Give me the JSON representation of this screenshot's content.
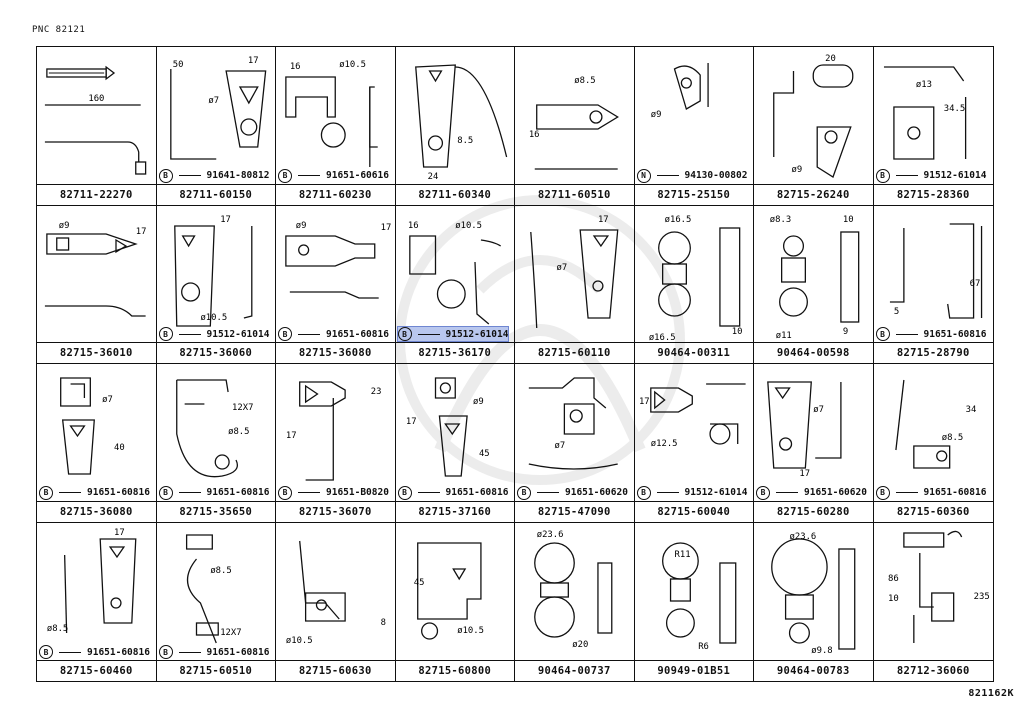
{
  "header": {
    "pnc": "PNC 82121"
  },
  "footer": {
    "illustration_code": "821162K"
  },
  "cells": [
    {
      "part": "82711-22270",
      "sub": "",
      "mark": "",
      "dims": [
        "160"
      ]
    },
    {
      "part": "82711-60150",
      "sub": "91641-80812",
      "mark": "B",
      "dims": [
        "50",
        "17",
        "ø7"
      ]
    },
    {
      "part": "82711-60230",
      "sub": "91651-60616",
      "mark": "B",
      "dims": [
        "16",
        "ø10.5"
      ]
    },
    {
      "part": "82711-60340",
      "sub": "",
      "mark": "",
      "dims": [
        "8.5",
        "24"
      ]
    },
    {
      "part": "82711-60510",
      "sub": "",
      "mark": "",
      "dims": [
        "ø8.5",
        "16"
      ]
    },
    {
      "part": "82715-25150",
      "sub": "94130-00802",
      "mark": "N",
      "dims": [
        "ø9"
      ]
    },
    {
      "part": "82715-26240",
      "sub": "",
      "mark": "",
      "dims": [
        "20",
        "ø9"
      ]
    },
    {
      "part": "82715-28360",
      "sub": "91512-61014",
      "mark": "B",
      "dims": [
        "ø13",
        "34.5"
      ]
    },
    {
      "part": "82715-36010",
      "sub": "",
      "mark": "",
      "dims": [
        "ø9",
        "17"
      ]
    },
    {
      "part": "82715-36060",
      "sub": "91512-61014",
      "mark": "B",
      "dims": [
        "17",
        "ø10.5"
      ]
    },
    {
      "part": "82715-36080",
      "sub": "91651-60816",
      "mark": "B",
      "dims": [
        "ø9",
        "17"
      ]
    },
    {
      "part": "82715-36170",
      "sub": "91512-61014",
      "mark": "B",
      "dims": [
        "16",
        "ø10.5"
      ],
      "highlight": true
    },
    {
      "part": "82715-60110",
      "sub": "",
      "mark": "",
      "dims": [
        "17",
        "ø7"
      ]
    },
    {
      "part": "90464-00311",
      "sub": "",
      "mark": "",
      "dims": [
        "ø16.5",
        "ø16.5",
        "10"
      ]
    },
    {
      "part": "90464-00598",
      "sub": "",
      "mark": "",
      "dims": [
        "ø8.3",
        "10",
        "ø11",
        "9"
      ]
    },
    {
      "part": "82715-28790",
      "sub": "91651-60816",
      "mark": "B",
      "dims": [
        "5",
        "67"
      ]
    },
    {
      "part": "82715-36080",
      "sub": "91651-60816",
      "mark": "B",
      "dims": [
        "ø7",
        "40"
      ]
    },
    {
      "part": "82715-35650",
      "sub": "91651-60816",
      "mark": "B",
      "dims": [
        "12X7",
        "ø8.5"
      ]
    },
    {
      "part": "82715-36070",
      "sub": "91651-B0820",
      "mark": "B",
      "dims": [
        "23",
        "17"
      ]
    },
    {
      "part": "82715-37160",
      "sub": "91651-60816",
      "mark": "B",
      "dims": [
        "ø9",
        "17",
        "45"
      ]
    },
    {
      "part": "82715-47090",
      "sub": "91651-60620",
      "mark": "B",
      "dims": [
        "ø7"
      ]
    },
    {
      "part": "82715-60040",
      "sub": "91512-61014",
      "mark": "B",
      "dims": [
        "17",
        "ø12.5"
      ]
    },
    {
      "part": "82715-60280",
      "sub": "91651-60620",
      "mark": "B",
      "dims": [
        "ø7",
        "17"
      ]
    },
    {
      "part": "82715-60360",
      "sub": "91651-60816",
      "mark": "B",
      "dims": [
        "34",
        "ø8.5"
      ]
    },
    {
      "part": "82715-60460",
      "sub": "91651-60816",
      "mark": "B",
      "dims": [
        "17",
        "ø8.5"
      ]
    },
    {
      "part": "82715-60510",
      "sub": "91651-60816",
      "mark": "B",
      "dims": [
        "ø8.5",
        "12X7"
      ]
    },
    {
      "part": "82715-60630",
      "sub": "",
      "mark": "",
      "dims": [
        "ø10.5",
        "8"
      ]
    },
    {
      "part": "82715-60800",
      "sub": "",
      "mark": "",
      "dims": [
        "45",
        "ø10.5"
      ]
    },
    {
      "part": "90464-00737",
      "sub": "",
      "mark": "",
      "dims": [
        "ø23.6",
        "ø20"
      ]
    },
    {
      "part": "90949-01B51",
      "sub": "",
      "mark": "",
      "dims": [
        "R11",
        "R6"
      ]
    },
    {
      "part": "90464-00783",
      "sub": "",
      "mark": "",
      "dims": [
        "ø23.6",
        "ø9.8"
      ]
    },
    {
      "part": "82712-36060",
      "sub": "",
      "mark": "",
      "dims": [
        "86",
        "10",
        "235"
      ]
    }
  ]
}
